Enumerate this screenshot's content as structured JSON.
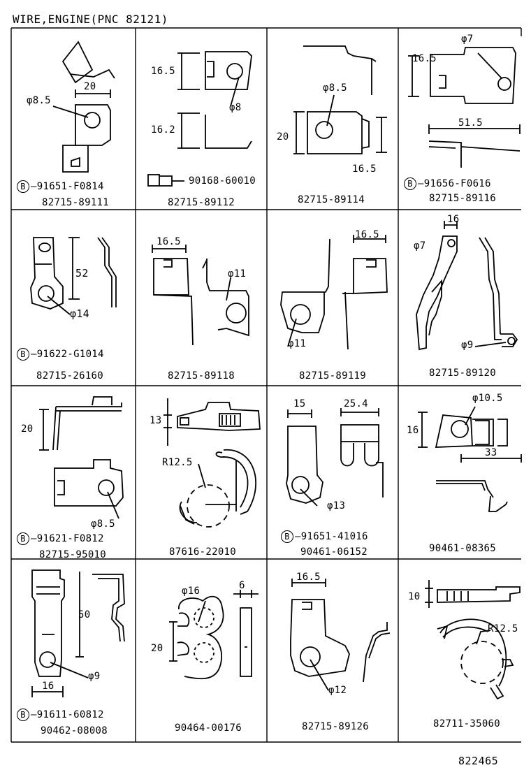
{
  "header": {
    "title": "WIRE,ENGINE(PNC 82121)"
  },
  "footer": {
    "code": "822465"
  },
  "cells": [
    {
      "dims": [
        "20",
        "φ8.5"
      ],
      "labels": [
        "91651-F0814",
        "82715-89111"
      ],
      "ref": [
        true,
        false
      ]
    },
    {
      "dims": [
        "16.5",
        "φ8",
        "16.2"
      ],
      "labels": [
        "90168-60010",
        "82715-89112"
      ],
      "ref": [
        false,
        false
      ]
    },
    {
      "dims": [
        "φ8.5",
        "20",
        "16.5"
      ],
      "labels": [
        "82715-89114"
      ],
      "ref": [
        false
      ]
    },
    {
      "dims": [
        "16.5",
        "φ7",
        "51.5"
      ],
      "labels": [
        "91656-F0616",
        "82715-89116"
      ],
      "ref": [
        true,
        false
      ]
    },
    {
      "dims": [
        "52",
        "φ14"
      ],
      "labels": [
        "91622-G1014",
        "82715-26160"
      ],
      "ref": [
        true,
        false
      ]
    },
    {
      "dims": [
        "16.5",
        "φ11"
      ],
      "labels": [
        "82715-89118"
      ],
      "ref": [
        false
      ]
    },
    {
      "dims": [
        "16.5",
        "φ11"
      ],
      "labels": [
        "82715-89119"
      ],
      "ref": [
        false
      ]
    },
    {
      "dims": [
        "16",
        "φ7",
        "φ9"
      ],
      "labels": [
        "82715-89120"
      ],
      "ref": [
        false
      ]
    },
    {
      "dims": [
        "20",
        "φ8.5"
      ],
      "labels": [
        "91621-F0812",
        "82715-95010"
      ],
      "ref": [
        true,
        false
      ]
    },
    {
      "dims": [
        "13",
        "R12.5"
      ],
      "labels": [
        "87616-22010"
      ],
      "ref": [
        false
      ]
    },
    {
      "dims": [
        "15",
        "25.4",
        "φ13"
      ],
      "labels": [
        "91651-41016",
        "90461-06152"
      ],
      "ref": [
        true,
        false
      ]
    },
    {
      "dims": [
        "φ10.5",
        "16",
        "33"
      ],
      "labels": [
        "90461-08365"
      ],
      "ref": [
        false
      ]
    },
    {
      "dims": [
        "50",
        "φ9",
        "16"
      ],
      "labels": [
        "91611-60812",
        "90462-08008"
      ],
      "ref": [
        true,
        false
      ]
    },
    {
      "dims": [
        "φ16",
        "6",
        "20"
      ],
      "labels": [
        "90464-00176"
      ],
      "ref": [
        false
      ]
    },
    {
      "dims": [
        "16.5",
        "φ12"
      ],
      "labels": [
        "82715-89126"
      ],
      "ref": [
        false
      ]
    },
    {
      "dims": [
        "10",
        "R12.5"
      ],
      "labels": [
        "82711-35060"
      ],
      "ref": [
        false
      ]
    }
  ]
}
